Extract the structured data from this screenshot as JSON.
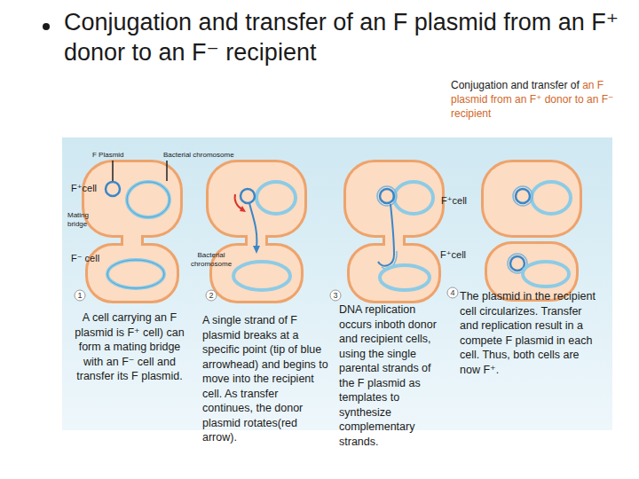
{
  "diagram": {
    "title": "Conjugation and transfer of an F plasmid from an F⁺ donor to an F⁻ recipient",
    "nodes": [
      {
        "text": [
          "1"
        ]
      },
      {
        "text": [
          "2"
        ]
      },
      {
        "text": [
          "3"
        ]
      },
      {
        "text": [
          "4"
        ]
      }
    ],
    "labels": [
      "Conjugation and transfer of",
      "an F plasmid from an F⁺ donor to an F⁻ recipient",
      "F Plasmid",
      "Bacterial chromosome",
      "F⁺cell",
      "Mating bridge",
      "F⁻ cell",
      "Bacterial chromosome",
      "F⁺cell",
      "F⁺cell",
      "A cell carrying an F plasmid is F⁺ cell) can form a mating bridge with an F⁻ cell and transfer its F plasmid.",
      "A single strand of F plasmid breaks at a specific point (tip of blue arrowhead) and begins to move into the recipient cell. As transfer continues, the donor plasmid rotates(red arrow).",
      "DNA replication occurs inboth donor and recipient cells, using the single parental strands of the F plasmid as templates to synthesize complementary strands.",
      "The plasmid in the recipient cell circularizes. Transfer and replication result in a compete F plasmid in each cell. Thus, both cells are now F⁺."
    ]
  }
}
